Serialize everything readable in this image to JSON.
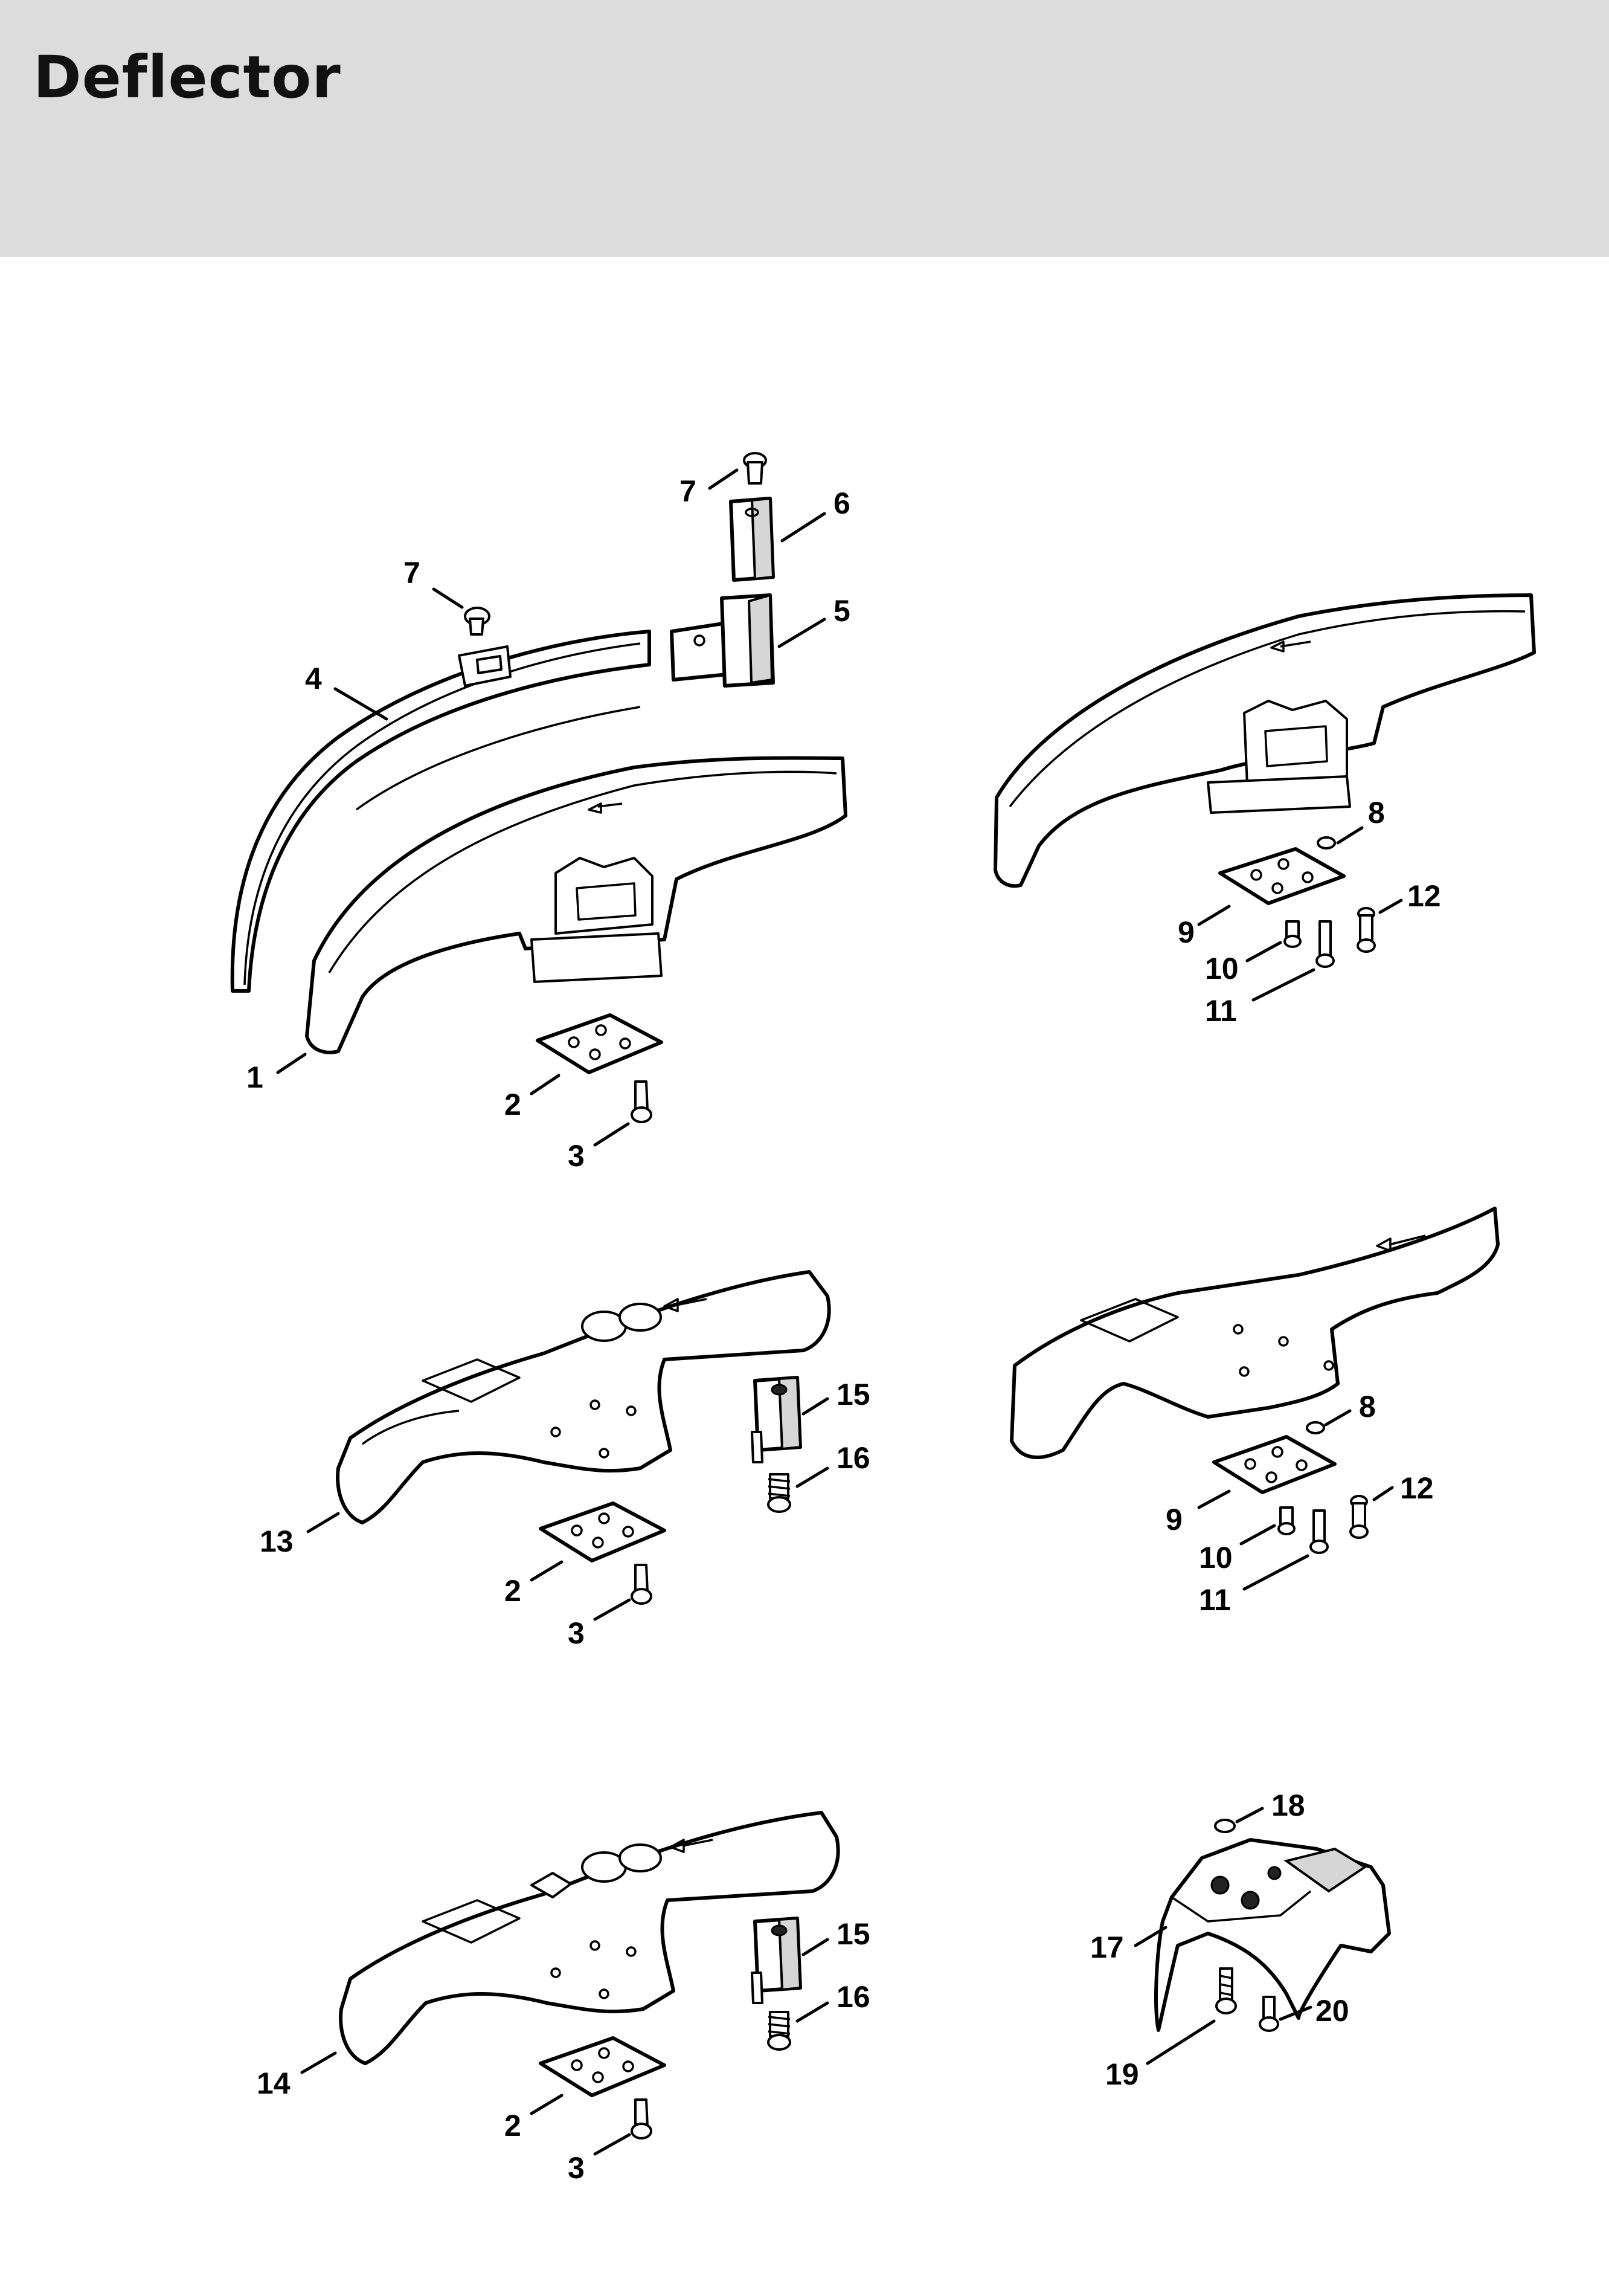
{
  "title": "Deflector",
  "callouts": {
    "a1": "1",
    "a2": "2",
    "a3": "3",
    "a4": "4",
    "a5": "5",
    "a6": "6",
    "a7a": "7",
    "a7b": "7",
    "b8": "8",
    "b9": "9",
    "b10": "10",
    "b11": "11",
    "b12": "12",
    "c2": "2",
    "c3": "3",
    "c13": "13",
    "c15": "15",
    "c16": "16",
    "d8": "8",
    "d9": "9",
    "d10": "10",
    "d11": "11",
    "d12": "12",
    "e2": "2",
    "e3": "3",
    "e14": "14",
    "e15": "15",
    "e16": "16",
    "f17": "17",
    "f18": "18",
    "f19": "19",
    "f20": "20"
  },
  "colors": {
    "header_bg": "#dcdcdc",
    "line": "#000000",
    "page_bg": "#ffffff"
  }
}
